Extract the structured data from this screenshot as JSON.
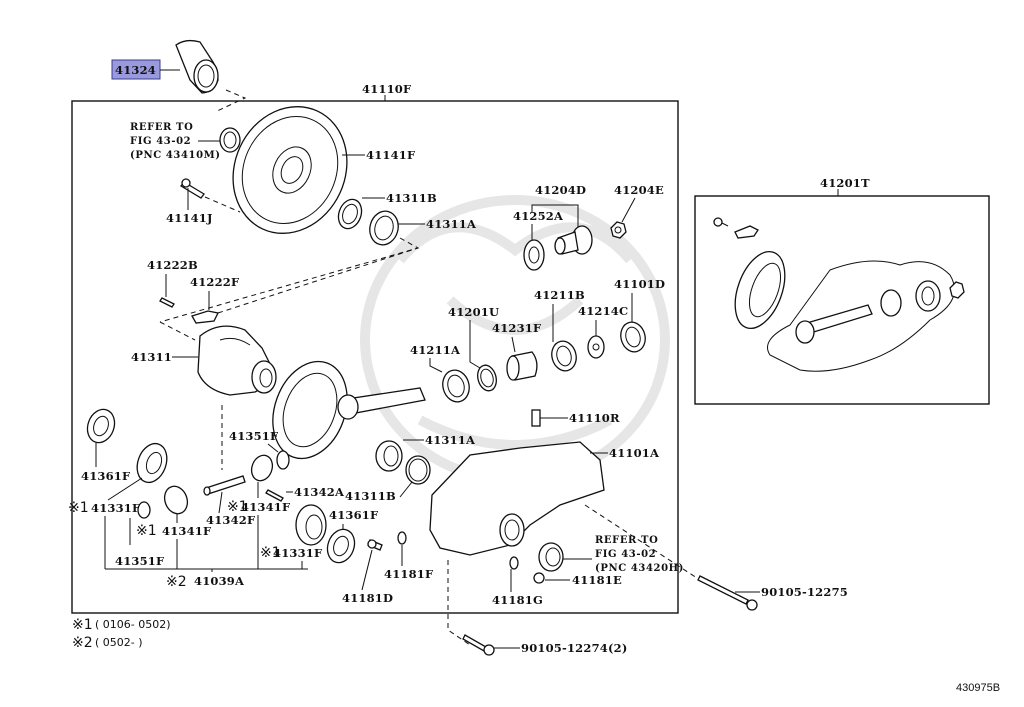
{
  "diagram": {
    "illustration_code": "430975B",
    "highlighted_part": "41324",
    "highlight_color": "#9999dd",
    "callouts": {
      "p41324": "41324",
      "p41110F": "41110F",
      "p41141F": "41141F",
      "p41141J": "41141J",
      "p41311B_top": "41311B",
      "p41311A_top": "41311A",
      "p41204D": "41204D",
      "p41204E": "41204E",
      "p41252A": "41252A",
      "p41222B": "41222B",
      "p41222F": "41222F",
      "p41311": "41311",
      "p41201U": "41201U",
      "p41211B": "41211B",
      "p41214C": "41214C",
      "p41101D": "41101D",
      "p41231F": "41231F",
      "p41211A": "41211A",
      "p41110R": "41110R",
      "p41351F_top": "41351F",
      "p41311A_low": "41311A",
      "p41101A": "41101A",
      "p41361F_left": "41361F",
      "p41342A": "41342A",
      "p41311B_low": "41311B",
      "p41331F_left": "41331F",
      "p41341F_mid": "41341F",
      "p41342F": "41342F",
      "p41361F_right": "41361F",
      "p41341F_left": "41341F",
      "p41331F_right": "41331F",
      "p41351F_left": "41351F",
      "p41039A": "41039A",
      "p41181F": "41181F",
      "p41181D": "41181D",
      "p41181G": "41181G",
      "p41181E": "41181E",
      "p90105_12275": "90105-12275",
      "p90105_12274": "90105-12274(2)",
      "p41201T": "41201T"
    },
    "marks": {
      "m1": "※1",
      "m2": "※2"
    },
    "refer_notes": {
      "top": [
        "REFER TO",
        "FIG 43-02",
        "(PNC 43410M)"
      ],
      "bottom": [
        "REFER TO",
        "FIG 43-02",
        "(PNC 43420H)"
      ]
    },
    "legend": [
      {
        "mark": "※1",
        "range": "( 0106- 0502)"
      },
      {
        "mark": "※2",
        "range": "( 0502-        )"
      }
    ]
  }
}
